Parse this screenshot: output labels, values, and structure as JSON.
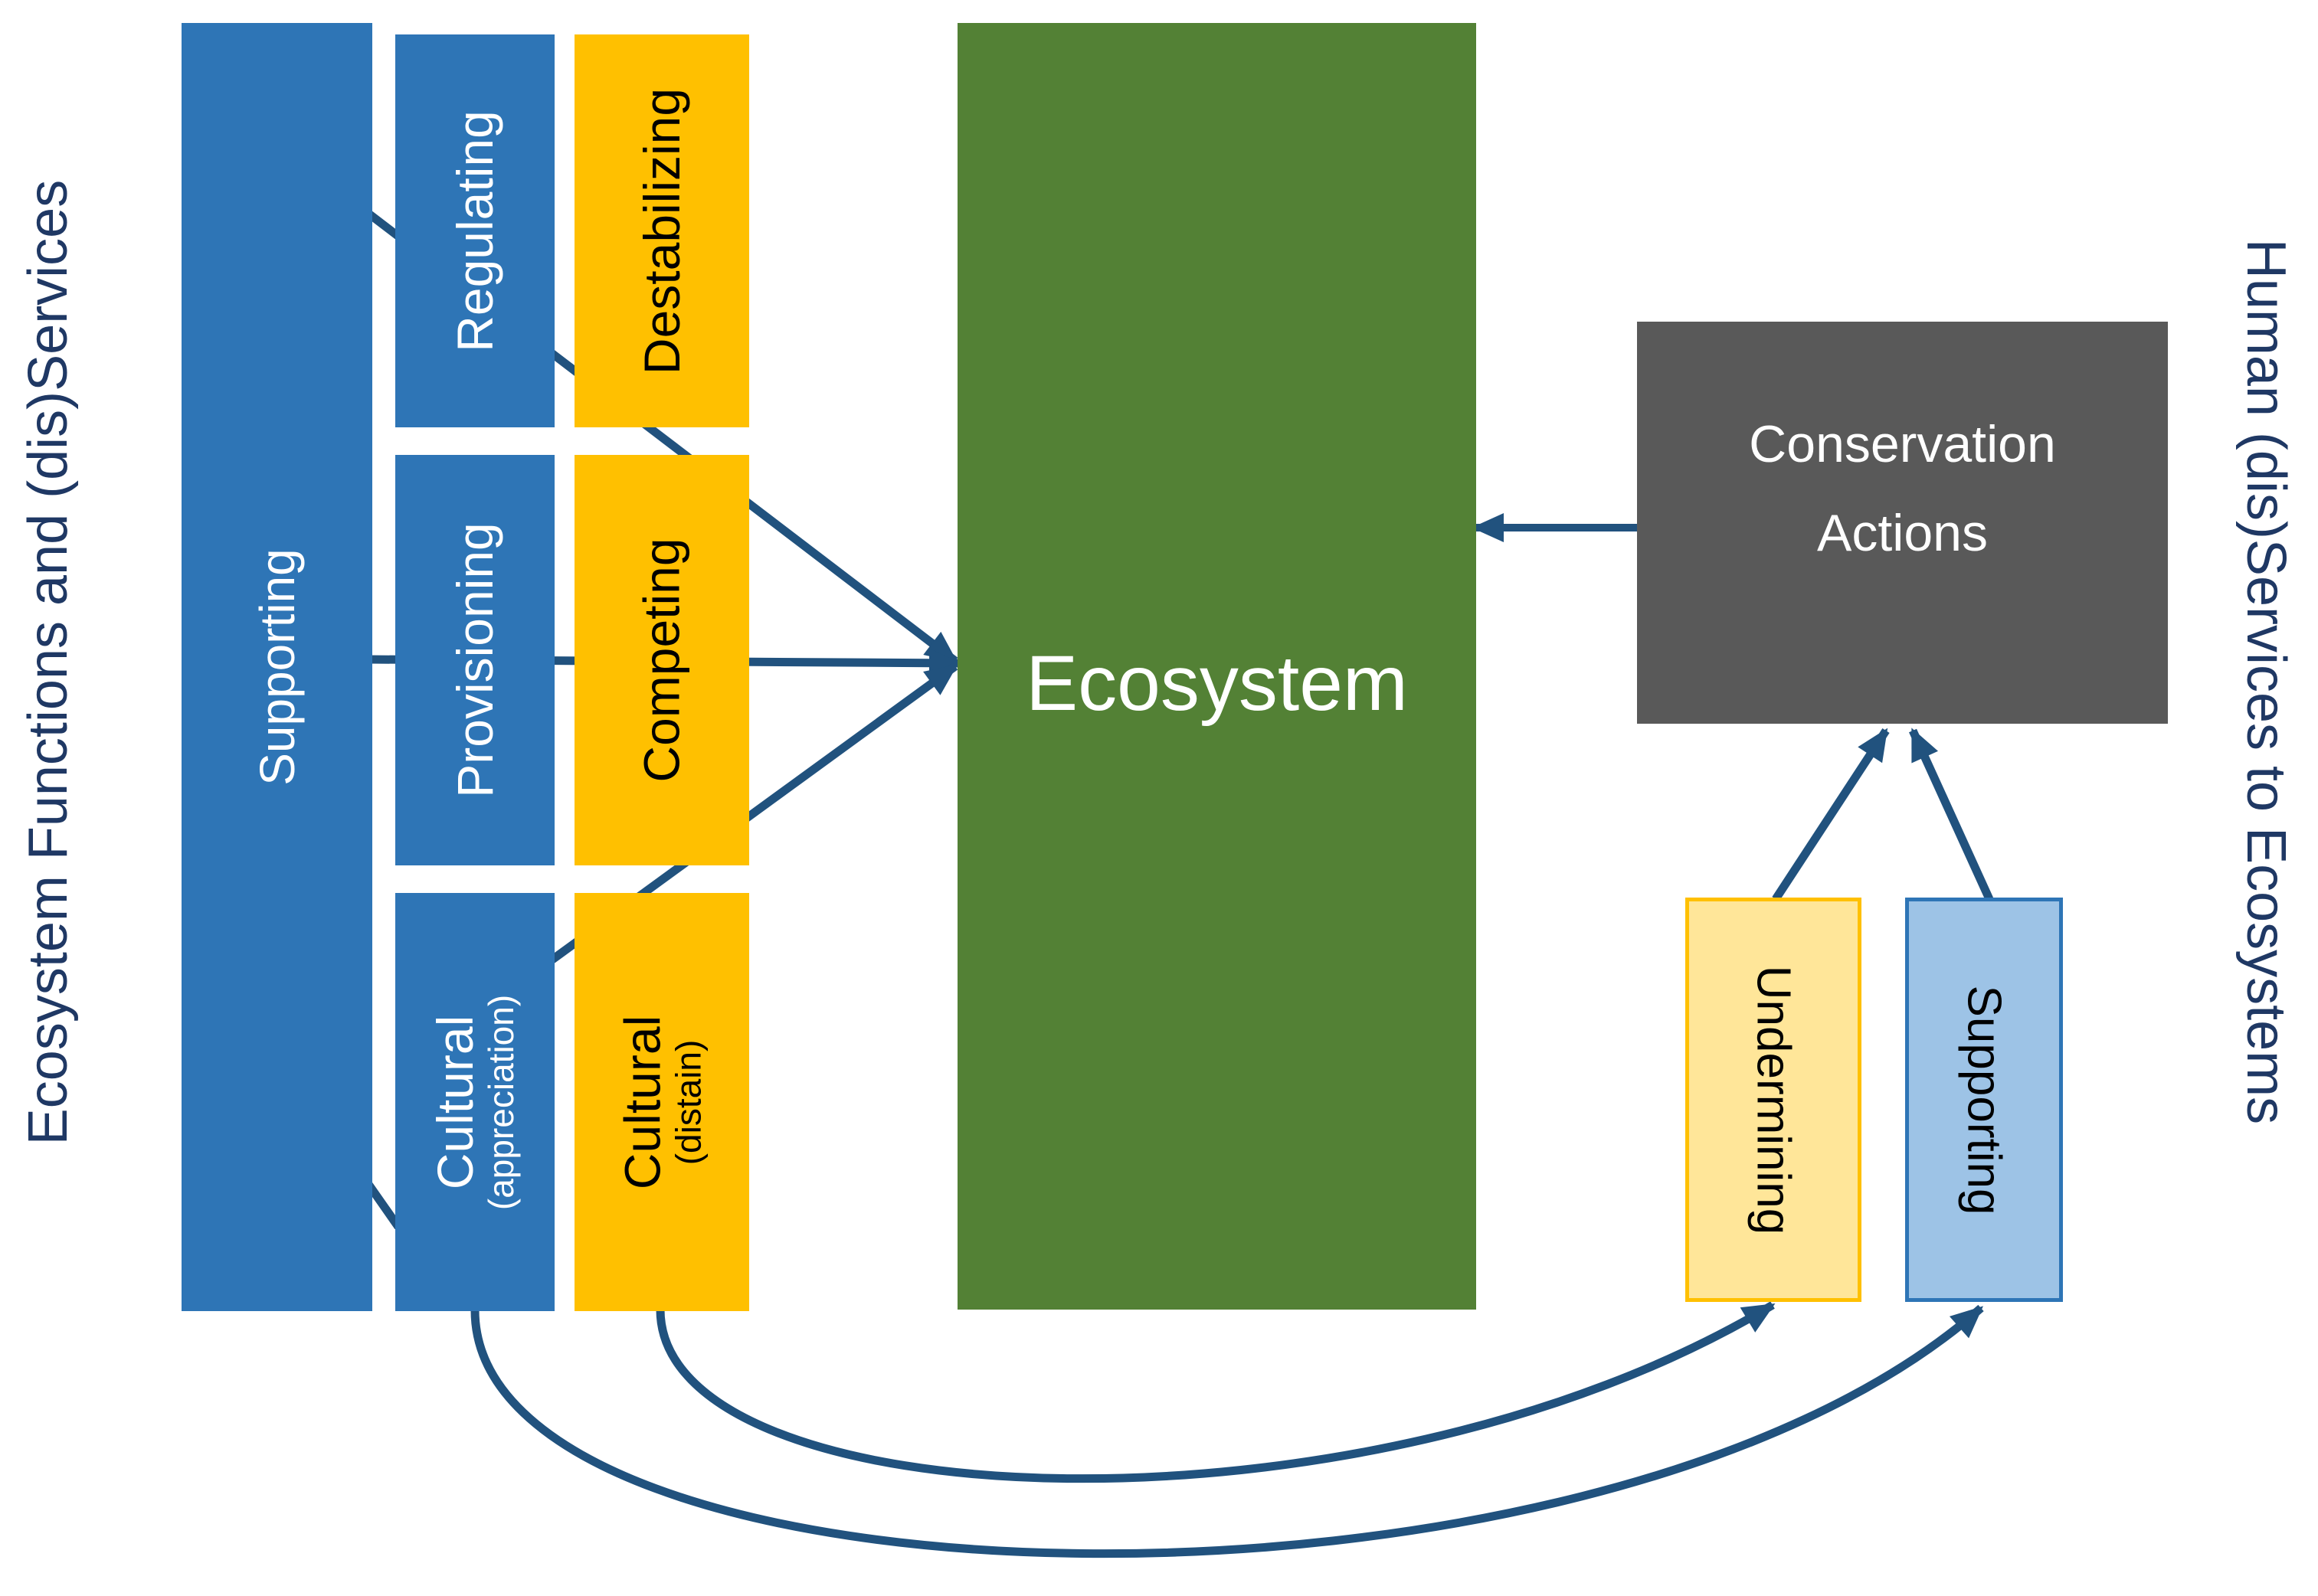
{
  "side_labels": {
    "left": "Ecosystem Functions and (dis)Services",
    "right": "Human (dis)Services to Ecosystems"
  },
  "supporting_bar": {
    "label": "Supporting"
  },
  "services": [
    {
      "label": "Regulating"
    },
    {
      "label": "Provisioning"
    },
    {
      "label": "Cultural",
      "sub": "(appreciation)"
    }
  ],
  "disservices": [
    {
      "label": "Destabilizing"
    },
    {
      "label": "Competing"
    },
    {
      "label": "Cultural",
      "sub": "(distain)"
    }
  ],
  "ecosystem": {
    "label": "Ecosystem"
  },
  "conservation": {
    "lines": [
      "Conservation",
      "Actions"
    ]
  },
  "human_actions": {
    "undermining": "Undermining",
    "supporting": "Supporting"
  },
  "colors": {
    "service_blue": "#2E75B6",
    "disservice_gold": "#FFC000",
    "ecosystem_green": "#538135",
    "conservation_gray": "#595959",
    "undermining_fill": "#FFE699",
    "undermining_border": "#FFC000",
    "supporting_fill": "#9DC3E6",
    "supporting_border": "#2E75B6",
    "connector_navy": "#21527E",
    "label_navy": "#1F3864",
    "text_white": "#FFFFFF",
    "text_black": "#000000"
  }
}
